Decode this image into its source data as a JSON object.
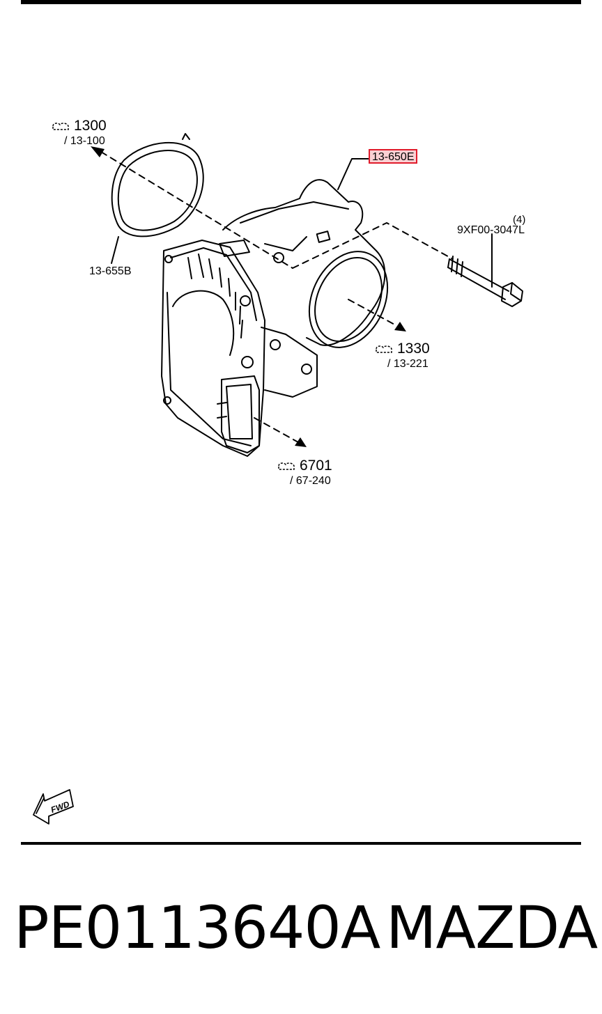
{
  "diagram": {
    "callouts": {
      "air_cleaner": {
        "ref": "1300",
        "page": "/ 13-100"
      },
      "part_highlighted": {
        "label": "13-650E"
      },
      "bolt_qty": {
        "label": "(4)"
      },
      "bolt_part": {
        "label": "9XF00-3047L"
      },
      "gasket": {
        "label": "13-655B"
      },
      "intake_manifold": {
        "ref": "1330",
        "page": "/ 13-221"
      },
      "wiring": {
        "ref": "6701",
        "page": "/ 67-240"
      }
    },
    "fwd_label": "FWD",
    "highlight_color": "#e01b2b"
  },
  "footer": {
    "part_number": "PE0113640A",
    "brand": "MAZDA"
  }
}
